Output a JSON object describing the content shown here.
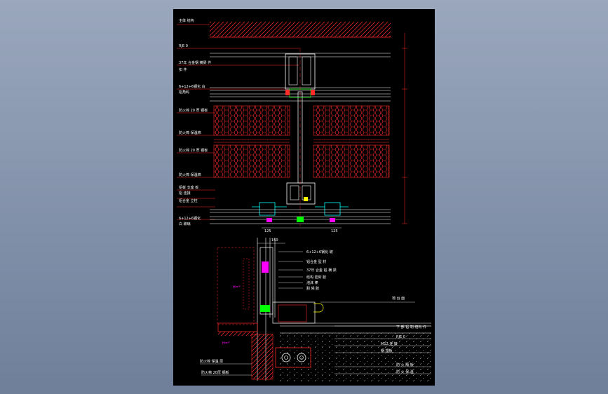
{
  "colors": {
    "background": "#7f8ea8",
    "sheet": "#000000",
    "line_red": "#ff2a2a",
    "line_white": "#ffffff",
    "line_cyan": "#00ffff",
    "line_green": "#00ff00",
    "line_magenta": "#ff00ff",
    "line_yellow": "#ffff00"
  },
  "icons": [
    "hatch-pattern",
    "honeycomb-insulation",
    "mullion-profile",
    "anchor-bolt-icon"
  ],
  "labels_upper": [
    {
      "id": "u1",
      "text": "主体 结构"
    },
    {
      "id": "u2",
      "text": "RJE 0"
    },
    {
      "id": "u3",
      "text": "37年 合金钢 横梁 件"
    },
    {
      "id": "u4",
      "text": "扣 件"
    },
    {
      "id": "u5",
      "text": "6+12+6钢化 白"
    },
    {
      "id": "u6",
      "text": "铝角码"
    },
    {
      "id": "u7",
      "text": "防火棉 20 厚 钢板"
    },
    {
      "id": "u8",
      "text": "防火棉 保温棉"
    },
    {
      "id": "u9",
      "text": "防火棉 20 厚 钢板"
    },
    {
      "id": "u10",
      "text": "防火棉 保温棉"
    },
    {
      "id": "u11",
      "text": "铝板 支座 板"
    },
    {
      "id": "u12",
      "text": "铝 连接"
    },
    {
      "id": "u13",
      "text": "铝合金 立柱"
    },
    {
      "id": "u14",
      "text": "6+12+6钢化"
    },
    {
      "id": "u15",
      "text": "白 玻璃"
    }
  ],
  "labels_lower": [
    {
      "id": "l1",
      "text": "6+12+6钢化 玻"
    },
    {
      "id": "l2",
      "text": "铝合金 型 材"
    },
    {
      "id": "l3",
      "text": "37年 合金 铝 横 梁"
    },
    {
      "id": "l4",
      "text": "结构 密封 胶"
    },
    {
      "id": "l5",
      "text": "泡沫 棒"
    },
    {
      "id": "l6",
      "text": "耐 候 胶"
    },
    {
      "id": "l7",
      "text": "地 台 面"
    },
    {
      "id": "l8",
      "text": "下 部 铝 制 结构 件"
    },
    {
      "id": "l9",
      "text": "RJE 0"
    },
    {
      "id": "l10",
      "text": "M12 连 接"
    },
    {
      "id": "l11",
      "text": "钢 埋板"
    },
    {
      "id": "l12",
      "text": "防 火 隔 板"
    },
    {
      "id": "l13",
      "text": "防 火 保 温"
    },
    {
      "id": "l14",
      "text": "防火棉 保温 层"
    },
    {
      "id": "l15",
      "text": "防火棉 20厚 钢板"
    }
  ],
  "dims": {
    "d1": "150",
    "d2": "125",
    "d3": "125",
    "d4": "150"
  }
}
